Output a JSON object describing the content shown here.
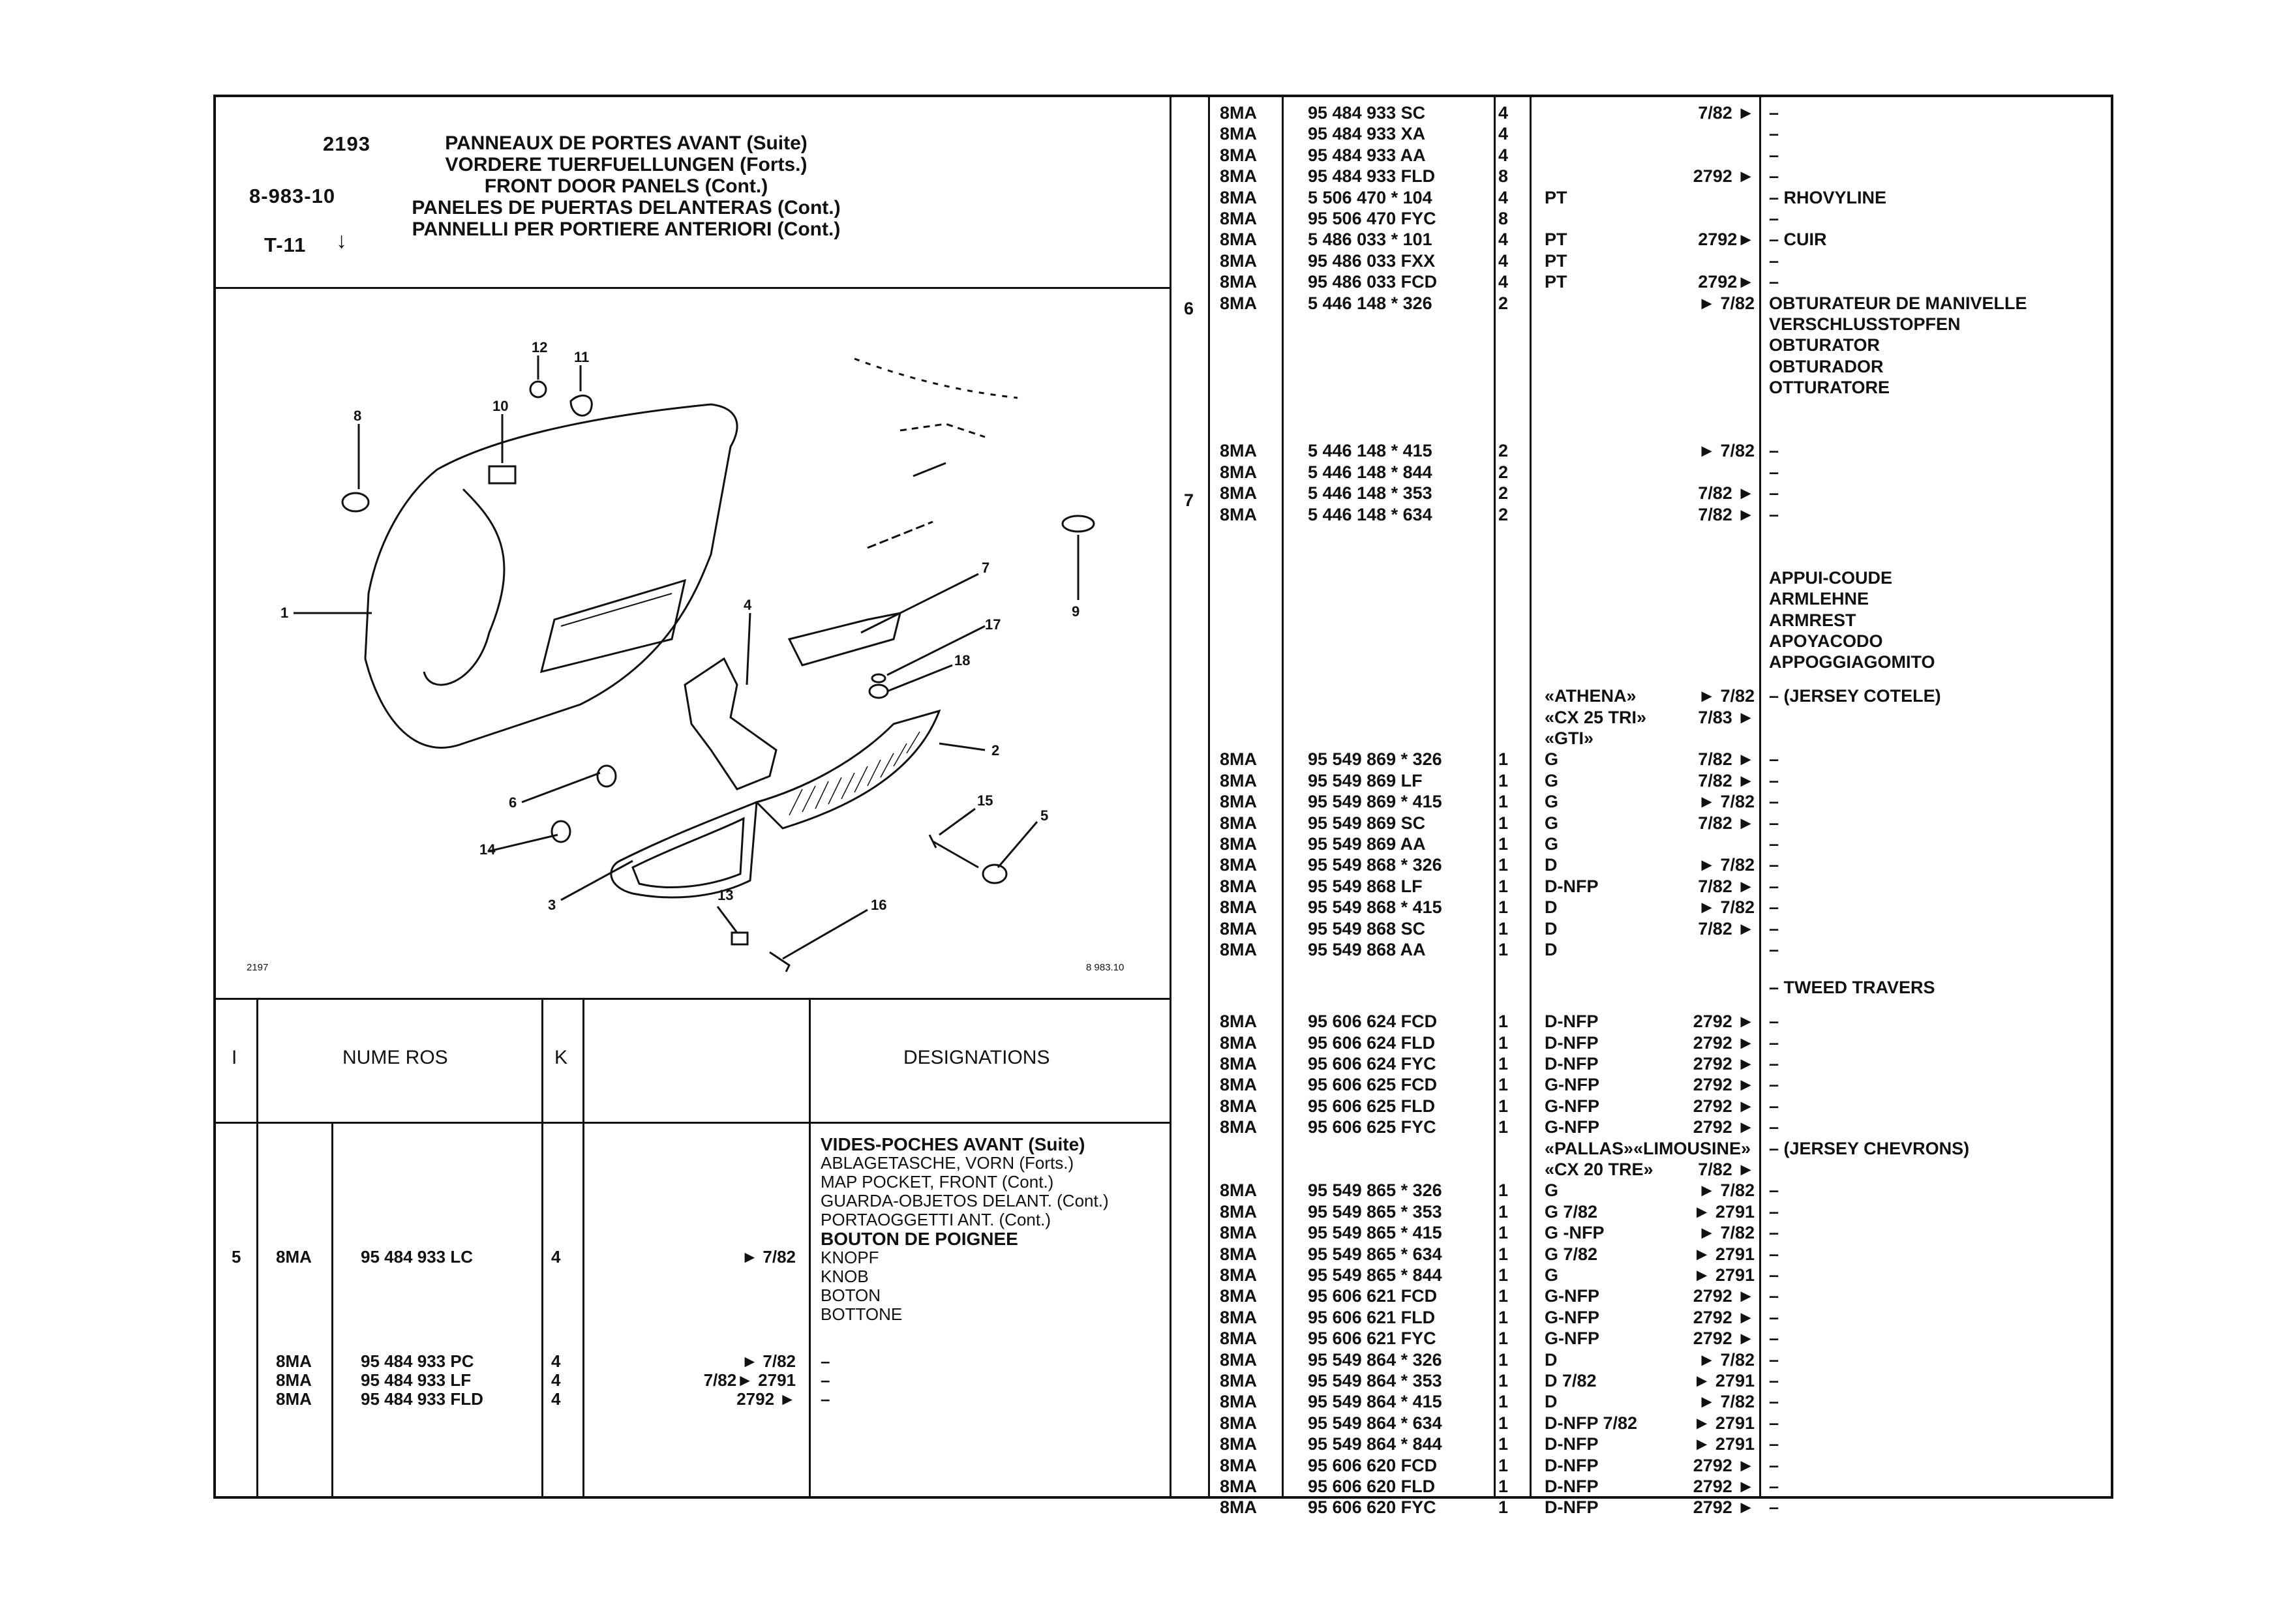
{
  "header": {
    "ref_number": "2193",
    "catalog_ref": "8-983-10",
    "section_ref": "T-11",
    "titles": [
      "PANNEAUX DE PORTES AVANT (Suite)",
      "VORDERE TUERFUELLUNGEN (Forts.)",
      "FRONT DOOR PANELS (Cont.)",
      "PANELES DE PUERTAS DELANTERAS (Cont.)",
      "PANNELLI PER PORTIERE ANTERIORI (Cont.)"
    ]
  },
  "diagram": {
    "caption_left": "2197",
    "caption_right": "8 983.10",
    "callouts": [
      "1",
      "2",
      "3",
      "4",
      "5",
      "6",
      "7",
      "8",
      "9",
      "10",
      "11",
      "12",
      "13",
      "14",
      "15",
      "16",
      "17",
      "18"
    ]
  },
  "left_table": {
    "headers": {
      "index": "I",
      "numbers": "NUME ROS",
      "k": "K",
      "designations": "DESIGNATIONS"
    },
    "section_lines": [
      "VIDES-POCHES AVANT (Suite)",
      "ABLAGETASCHE, VORN (Forts.)",
      "MAP POCKET, FRONT (Cont.)",
      "GUARDA-OBJETOS DELANT. (Cont.)",
      "PORTAOGGETTI ANT. (Cont.)"
    ],
    "item_index": "5",
    "item_lines": [
      "BOUTON DE POIGNEE",
      "KNOPF",
      "KNOB",
      "BOTON",
      "BOTTONE"
    ],
    "rows": [
      {
        "fam": "8MA",
        "num": "95 484 933 LC",
        "k": "4",
        "date": "► 7/82",
        "des": ""
      },
      {
        "fam": "8MA",
        "num": "95 484 933 PC",
        "k": "4",
        "date": "► 7/82",
        "des": "–"
      },
      {
        "fam": "8MA",
        "num": "95 484 933 LF",
        "k": "4",
        "date": "7/82► 2791",
        "des": "–"
      },
      {
        "fam": "8MA",
        "num": "95 484 933 FLD",
        "k": "4",
        "date": "2792 ►",
        "des": "–"
      }
    ]
  },
  "right_table": {
    "index_6": "6",
    "index_7": "7",
    "rows": [
      {
        "fam": "8MA",
        "num": "95 484 933 SC",
        "k": "4",
        "mod": "",
        "date": "7/82 ►",
        "des": "–"
      },
      {
        "fam": "8MA",
        "num": "95 484 933 XA",
        "k": "4",
        "mod": "",
        "date": "",
        "des": "–"
      },
      {
        "fam": "8MA",
        "num": "95 484 933 AA",
        "k": "4",
        "mod": "",
        "date": "",
        "des": "–"
      },
      {
        "fam": "8MA",
        "num": "95 484 933 FLD",
        "k": "8",
        "mod": "",
        "date": "2792 ►",
        "des": "–"
      },
      {
        "fam": "8MA",
        "num": "5 506 470 * 104",
        "k": "4",
        "mod": "PT",
        "date": "",
        "des": "– RHOVYLINE"
      },
      {
        "fam": "8MA",
        "num": "95 506 470 FYC",
        "k": "8",
        "mod": "",
        "date": "",
        "des": "–"
      },
      {
        "fam": "8MA",
        "num": "5 486 033 * 101",
        "k": "4",
        "mod": "PT",
        "date": "2792►",
        "des": "– CUIR"
      },
      {
        "fam": "8MA",
        "num": "95 486 033 FXX",
        "k": "4",
        "mod": "PT",
        "date": "",
        "des": "–"
      },
      {
        "fam": "8MA",
        "num": "95 486 033 FCD",
        "k": "4",
        "mod": "PT",
        "date": "2792►",
        "des": "–"
      },
      {
        "fam": "8MA",
        "num": "5 446 148 * 326",
        "k": "2",
        "mod": "",
        "date": "► 7/82",
        "des": "OBTURATEUR DE MANIVELLE"
      },
      {
        "fam": "",
        "num": "",
        "k": "",
        "mod": "",
        "date": "",
        "des": "VERSCHLUSSTOPFEN"
      },
      {
        "fam": "",
        "num": "",
        "k": "",
        "mod": "",
        "date": "",
        "des": "OBTURATOR"
      },
      {
        "fam": "",
        "num": "",
        "k": "",
        "mod": "",
        "date": "",
        "des": "OBTURADOR"
      },
      {
        "fam": "",
        "num": "",
        "k": "",
        "mod": "",
        "date": "",
        "des": "OTTURATORE"
      },
      {
        "fam": "8MA",
        "num": "5 446 148 * 415",
        "k": "2",
        "mod": "",
        "date": "► 7/82",
        "des": "–"
      },
      {
        "fam": "8MA",
        "num": "5 446 148 * 844",
        "k": "2",
        "mod": "",
        "date": "",
        "des": "–"
      },
      {
        "fam": "8MA",
        "num": "5 446 148 * 353",
        "k": "2",
        "mod": "",
        "date": "7/82 ►",
        "des": "–"
      },
      {
        "fam": "8MA",
        "num": "5 446 148 * 634",
        "k": "2",
        "mod": "",
        "date": "7/82 ►",
        "des": "–"
      },
      {
        "fam": "",
        "num": "",
        "k": "",
        "mod": "",
        "date": "",
        "des": "APPUI-COUDE"
      },
      {
        "fam": "",
        "num": "",
        "k": "",
        "mod": "",
        "date": "",
        "des": "ARMLEHNE"
      },
      {
        "fam": "",
        "num": "",
        "k": "",
        "mod": "",
        "date": "",
        "des": "ARMREST"
      },
      {
        "fam": "",
        "num": "",
        "k": "",
        "mod": "",
        "date": "",
        "des": "APOYACODO"
      },
      {
        "fam": "",
        "num": "",
        "k": "",
        "mod": "",
        "date": "",
        "des": "APPOGGIAGOMITO"
      },
      {
        "fam": "",
        "num": "",
        "k": "",
        "mod": "«ATHENA»",
        "date": "► 7/82",
        "des": "– (JERSEY COTELE)"
      },
      {
        "fam": "",
        "num": "",
        "k": "",
        "mod": "«CX 25 TRI»",
        "date": "7/83 ►",
        "des": ""
      },
      {
        "fam": "",
        "num": "",
        "k": "",
        "mod": "«GTI»",
        "date": "",
        "des": ""
      },
      {
        "fam": "8MA",
        "num": "95 549 869 * 326",
        "k": "1",
        "mod": "G",
        "date": "7/82 ►",
        "des": "–"
      },
      {
        "fam": "8MA",
        "num": "95 549 869 LF",
        "k": "1",
        "mod": "G",
        "date": "7/82 ►",
        "des": "–"
      },
      {
        "fam": "8MA",
        "num": "95 549 869 * 415",
        "k": "1",
        "mod": "G",
        "date": "► 7/82",
        "des": "–"
      },
      {
        "fam": "8MA",
        "num": "95 549 869 SC",
        "k": "1",
        "mod": "G",
        "date": "7/82 ►",
        "des": "–"
      },
      {
        "fam": "8MA",
        "num": "95 549 869 AA",
        "k": "1",
        "mod": "G",
        "date": "",
        "des": "–"
      },
      {
        "fam": "8MA",
        "num": "95 549 868 * 326",
        "k": "1",
        "mod": "D",
        "date": "► 7/82",
        "des": "–"
      },
      {
        "fam": "8MA",
        "num": "95 549 868 LF",
        "k": "1",
        "mod": "D-NFP",
        "date": "7/82 ►",
        "des": "–"
      },
      {
        "fam": "8MA",
        "num": "95 549 868 * 415",
        "k": "1",
        "mod": "D",
        "date": "► 7/82",
        "des": "–"
      },
      {
        "fam": "8MA",
        "num": "95 549 868 SC",
        "k": "1",
        "mod": "D",
        "date": "7/82 ►",
        "des": "–"
      },
      {
        "fam": "8MA",
        "num": "95 549 868 AA",
        "k": "1",
        "mod": "D",
        "date": "",
        "des": "–"
      },
      {
        "fam": "",
        "num": "",
        "k": "",
        "mod": "",
        "date": "",
        "des": "– TWEED TRAVERS"
      },
      {
        "fam": "8MA",
        "num": "95 606 624 FCD",
        "k": "1",
        "mod": "D-NFP",
        "date": "2792 ►",
        "des": "–"
      },
      {
        "fam": "8MA",
        "num": "95 606 624 FLD",
        "k": "1",
        "mod": "D-NFP",
        "date": "2792 ►",
        "des": "–"
      },
      {
        "fam": "8MA",
        "num": "95 606 624 FYC",
        "k": "1",
        "mod": "D-NFP",
        "date": "2792 ►",
        "des": "–"
      },
      {
        "fam": "8MA",
        "num": "95 606 625 FCD",
        "k": "1",
        "mod": "G-NFP",
        "date": "2792 ►",
        "des": "–"
      },
      {
        "fam": "8MA",
        "num": "95 606 625 FLD",
        "k": "1",
        "mod": "G-NFP",
        "date": "2792 ►",
        "des": "–"
      },
      {
        "fam": "8MA",
        "num": "95 606 625 FYC",
        "k": "1",
        "mod": "G-NFP",
        "date": "2792 ►",
        "des": "–"
      },
      {
        "fam": "",
        "num": "",
        "k": "",
        "mod": "«PALLAS»«LIMOUSINE»",
        "date": "",
        "des": "– (JERSEY CHEVRONS)"
      },
      {
        "fam": "",
        "num": "",
        "k": "",
        "mod": "«CX 20 TRE»",
        "date": "7/82 ►",
        "des": ""
      },
      {
        "fam": "8MA",
        "num": "95 549 865 * 326",
        "k": "1",
        "mod": "G",
        "date": "► 7/82",
        "des": "–"
      },
      {
        "fam": "8MA",
        "num": "95 549 865 * 353",
        "k": "1",
        "mod": "G      7/82",
        "date": "► 2791",
        "des": "–"
      },
      {
        "fam": "8MA",
        "num": "95 549 865 * 415",
        "k": "1",
        "mod": "G -NFP",
        "date": "► 7/82",
        "des": "–"
      },
      {
        "fam": "8MA",
        "num": "95 549 865 * 634",
        "k": "1",
        "mod": "G      7/82",
        "date": "► 2791",
        "des": "–"
      },
      {
        "fam": "8MA",
        "num": "95 549 865 * 844",
        "k": "1",
        "mod": "G",
        "date": "► 2791",
        "des": "–"
      },
      {
        "fam": "8MA",
        "num": "95 606 621 FCD",
        "k": "1",
        "mod": "G-NFP",
        "date": "2792 ►",
        "des": "–"
      },
      {
        "fam": "8MA",
        "num": "95 606 621 FLD",
        "k": "1",
        "mod": "G-NFP",
        "date": "2792 ►",
        "des": "–"
      },
      {
        "fam": "8MA",
        "num": "95 606 621 FYC",
        "k": "1",
        "mod": "G-NFP",
        "date": "2792 ►",
        "des": "–"
      },
      {
        "fam": "8MA",
        "num": "95 549 864 * 326",
        "k": "1",
        "mod": "D",
        "date": "► 7/82",
        "des": "–"
      },
      {
        "fam": "8MA",
        "num": "95 549 864 * 353",
        "k": "1",
        "mod": "D      7/82",
        "date": "► 2791",
        "des": "–"
      },
      {
        "fam": "8MA",
        "num": "95 549 864 * 415",
        "k": "1",
        "mod": "D",
        "date": "► 7/82",
        "des": "–"
      },
      {
        "fam": "8MA",
        "num": "95 549 864 * 634",
        "k": "1",
        "mod": "D-NFP 7/82",
        "date": "► 2791",
        "des": "–"
      },
      {
        "fam": "8MA",
        "num": "95 549 864 * 844",
        "k": "1",
        "mod": "D-NFP",
        "date": "► 2791",
        "des": "–"
      },
      {
        "fam": "8MA",
        "num": "95 606 620 FCD",
        "k": "1",
        "mod": "D-NFP",
        "date": "2792 ►",
        "des": "–"
      },
      {
        "fam": "8MA",
        "num": "95 606 620 FLD",
        "k": "1",
        "mod": "D-NFP",
        "date": "2792 ►",
        "des": "–"
      },
      {
        "fam": "8MA",
        "num": "95 606 620 FYC",
        "k": "1",
        "mod": "D-NFP",
        "date": "2792 ►",
        "des": "–"
      }
    ]
  }
}
